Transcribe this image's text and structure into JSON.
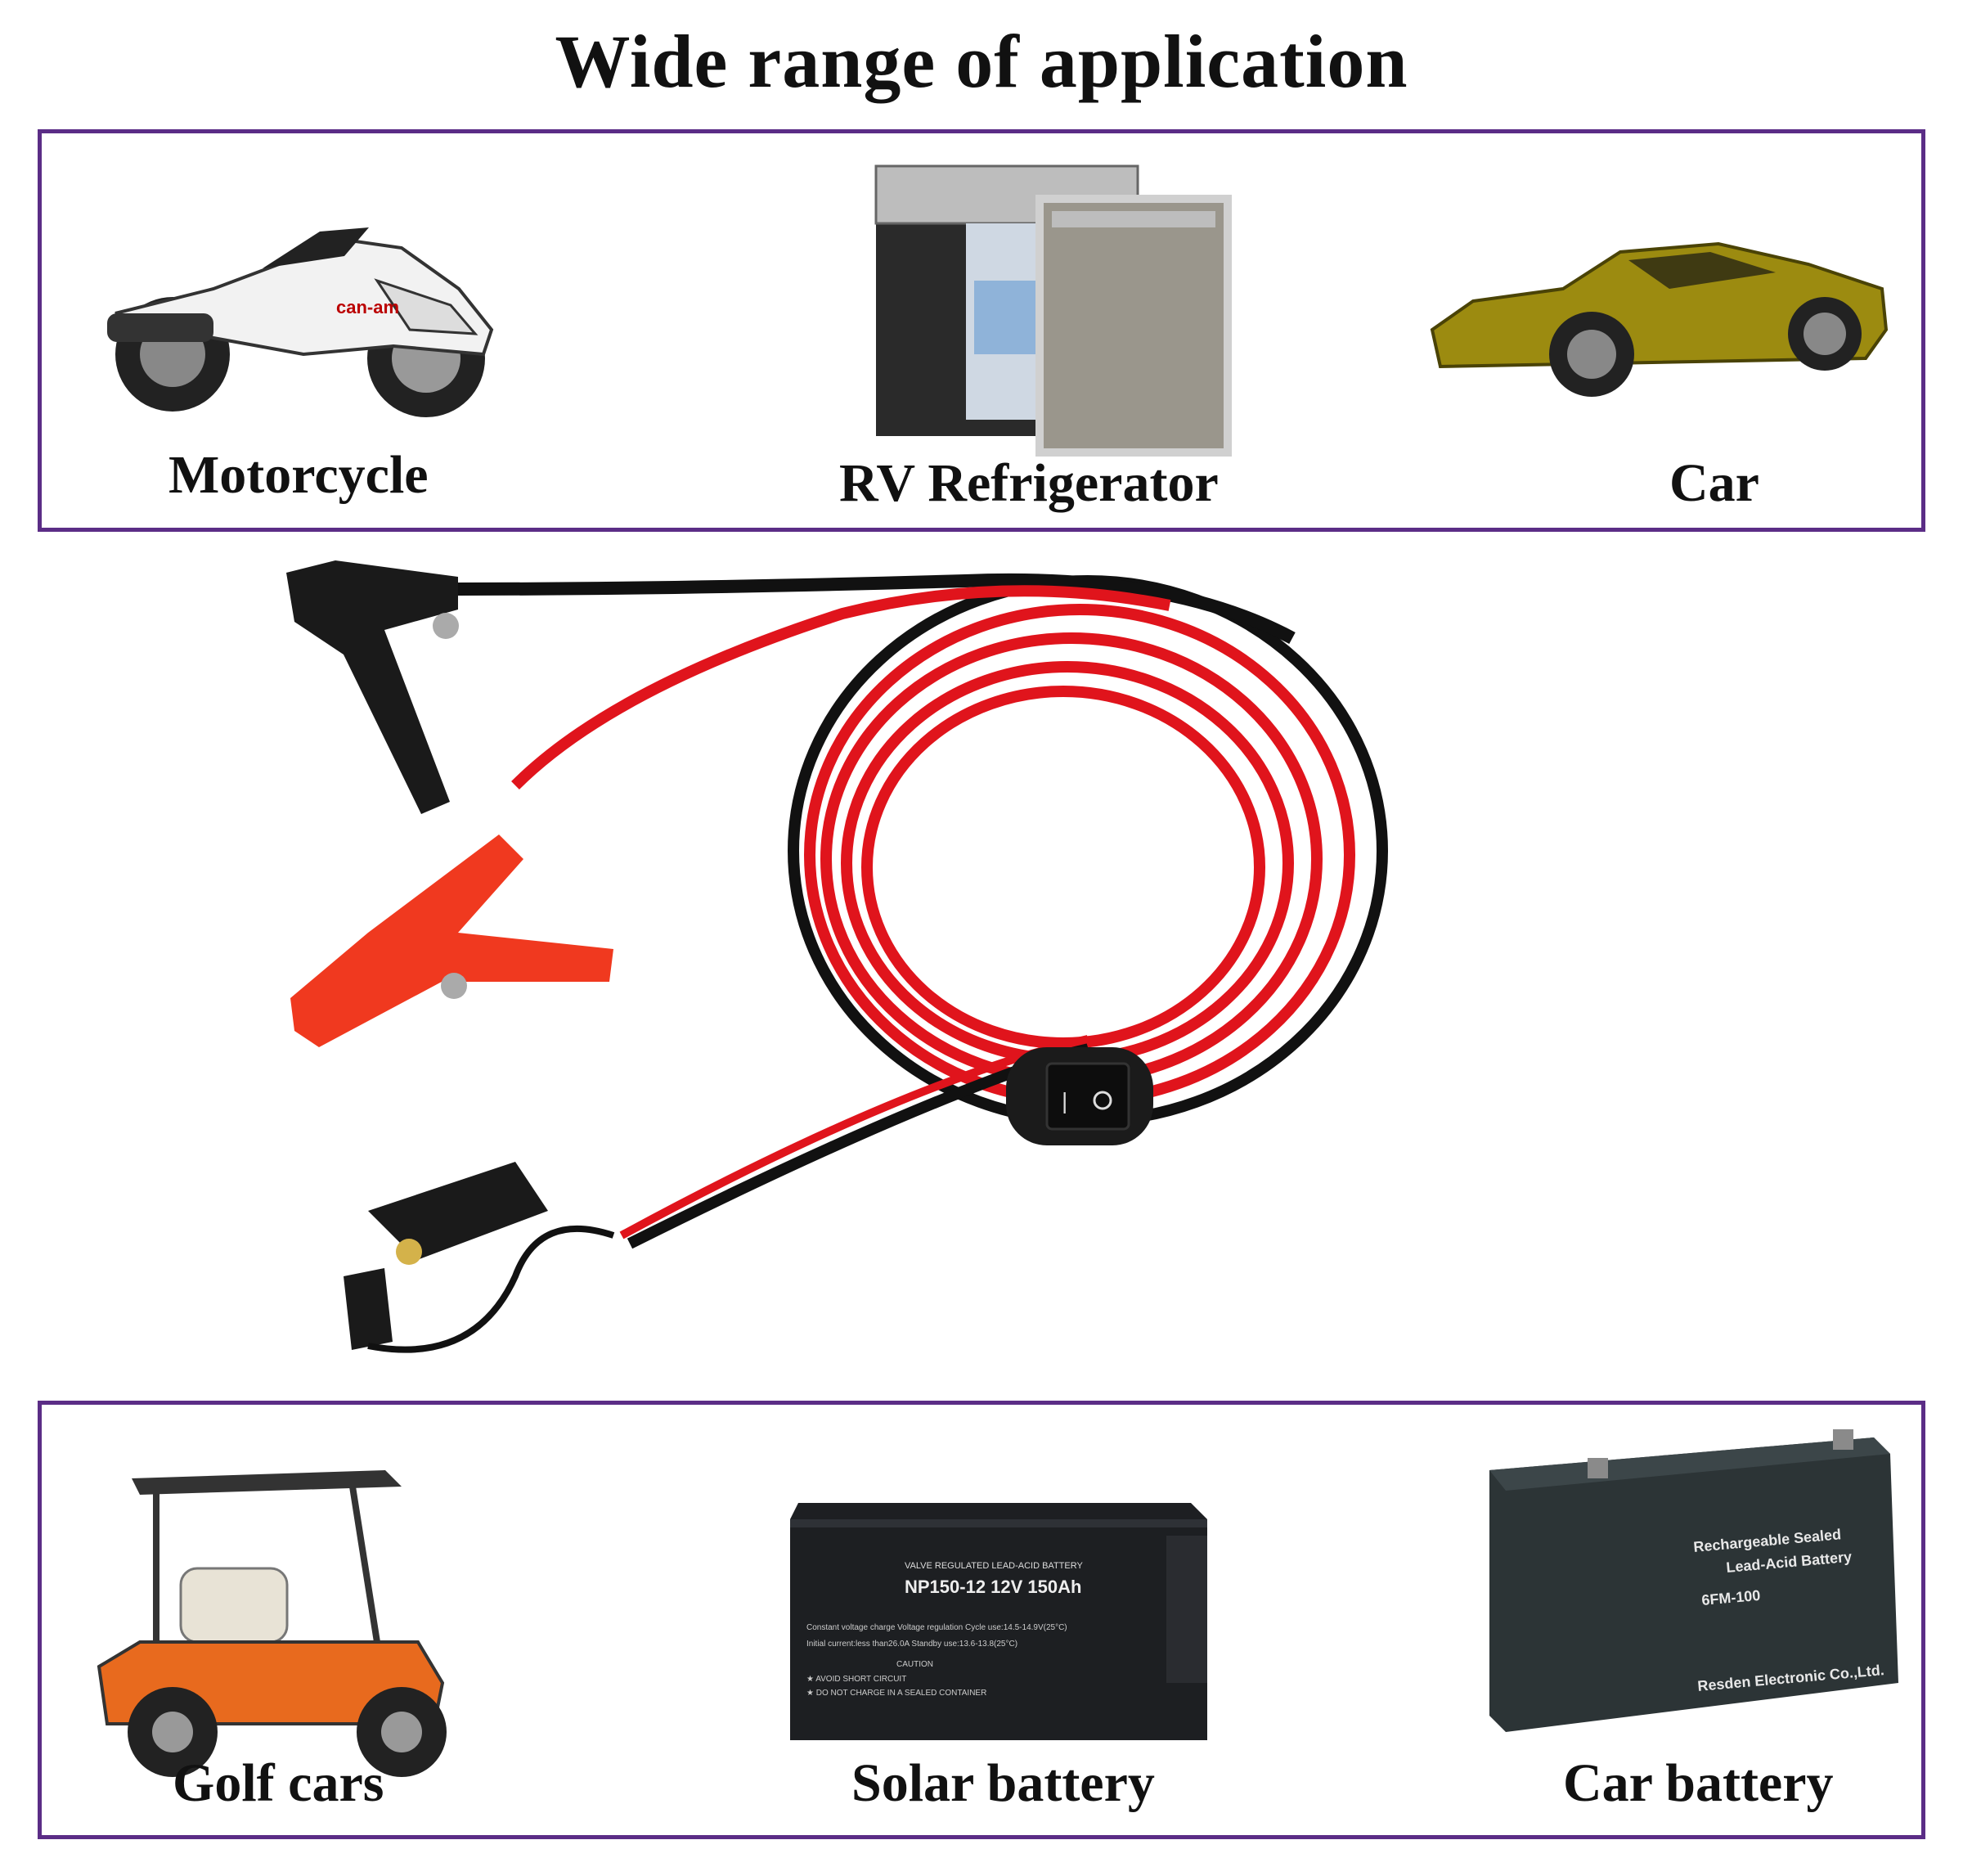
{
  "title": "Wide range of application",
  "top_panel": {
    "items": [
      {
        "label": "Motorcycle",
        "icon": "motorcycle-image"
      },
      {
        "label": "RV Refrigerator",
        "icon": "refrigerator-image"
      },
      {
        "label": "Car",
        "icon": "car-image"
      }
    ]
  },
  "bottom_panel": {
    "items": [
      {
        "label": "Golf cars",
        "icon": "golf-cart-image"
      },
      {
        "label": "Solar battery",
        "icon": "solar-battery-image",
        "battery_text": {
          "header": "VALVE REGULATED LEAD-ACID BATTERY",
          "model": "NP150-12   12V 150Ah",
          "line1": "Constant voltage charge Voltage regulation  Cycle use:14.5-14.9V(25°C)",
          "line2": "Initial current:less than26.0A      Standby use:13.6-13.8(25°C)",
          "caution": "CAUTION",
          "warn1": "★ AVOID SHORT CIRCUIT",
          "warn2": "★ DO NOT CHARGE IN A SEALED CONTAINER"
        }
      },
      {
        "label": "Car battery",
        "icon": "car-battery-image",
        "battery_text": {
          "header1": "Rechargeable Sealed",
          "header2": "Lead-Acid Battery",
          "model": "6FM-100",
          "brand": "Resden Electronic Co.,Ltd."
        }
      }
    ]
  },
  "colors": {
    "border": "#5b2d86",
    "red_wire": "#e0141c",
    "black_wire": "#111111",
    "clamp_red": "#f0391f"
  }
}
